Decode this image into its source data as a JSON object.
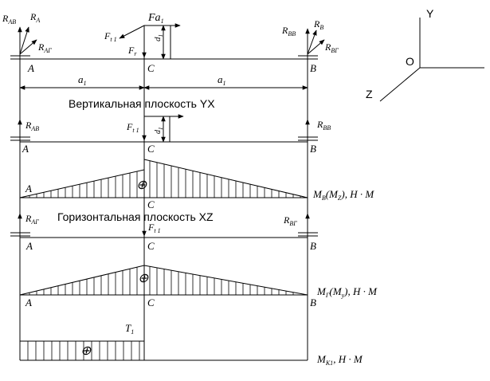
{
  "diagram": {
    "axes": {
      "y": "Y",
      "o": "O",
      "z": "Z"
    },
    "points": {
      "a": "A",
      "b": "B",
      "c": "C"
    },
    "dimension": "a",
    "dimension_sub": "1",
    "plane_vertical": "Вертикальная плоскость YX",
    "plane_horizontal": "Горизонтальная плоскость XZ",
    "forces": {
      "r_ab": "R",
      "r_ab_sub": "AB",
      "r_a": "R",
      "r_a_sub": "A",
      "r_ag": "R",
      "r_ag_sub": "AГ",
      "r_bb": "R",
      "r_bb_sub": "BB",
      "r_b": "R",
      "r_b_sub": "B",
      "r_bg": "R",
      "r_bg_sub": "BГ",
      "fa": "Fa",
      "fa_sub": "1",
      "ft": "F",
      "ft_sub": "t 1",
      "fr": "F",
      "fr_sub": "r",
      "d": "d",
      "d_sub": "1"
    },
    "moments": {
      "vertical": "M",
      "vertical_sub": "B",
      "vertical_paren": "(M",
      "vertical_paren_sub": "Z",
      "vertical_unit": "), H · M",
      "horizontal": "M",
      "horizontal_sub": "Г",
      "horizontal_paren": "(M",
      "horizontal_paren_sub": "y",
      "horizontal_unit": "), H · M",
      "torque": "M",
      "torque_sub": "K1",
      "torque_unit": ", H · M",
      "torque_label": "T",
      "torque_label_sub": "1",
      "plus": "⊕"
    }
  }
}
